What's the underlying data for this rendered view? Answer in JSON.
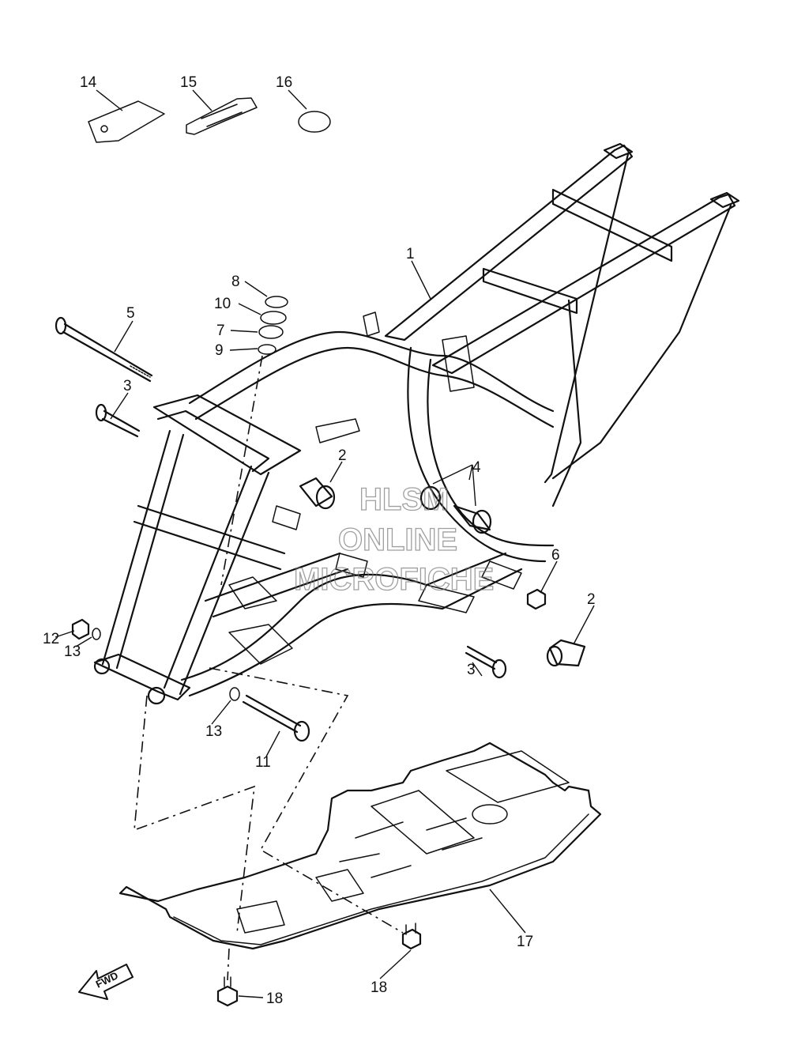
{
  "callouts": [
    {
      "id": "c14",
      "text": "14"
    },
    {
      "id": "c15",
      "text": "15"
    },
    {
      "id": "c16",
      "text": "16"
    },
    {
      "id": "c1",
      "text": "1"
    },
    {
      "id": "c8",
      "text": "8"
    },
    {
      "id": "c10",
      "text": "10"
    },
    {
      "id": "c7",
      "text": "7"
    },
    {
      "id": "c9",
      "text": "9"
    },
    {
      "id": "c5",
      "text": "5"
    },
    {
      "id": "c3a",
      "text": "3"
    },
    {
      "id": "c2a",
      "text": "2"
    },
    {
      "id": "c4",
      "text": "4"
    },
    {
      "id": "c6",
      "text": "6"
    },
    {
      "id": "c2b",
      "text": "2"
    },
    {
      "id": "c3b",
      "text": "3"
    },
    {
      "id": "c12",
      "text": "12"
    },
    {
      "id": "c13a",
      "text": "13"
    },
    {
      "id": "c13b",
      "text": "13"
    },
    {
      "id": "c11",
      "text": "11"
    },
    {
      "id": "c17",
      "text": "17"
    },
    {
      "id": "c18a",
      "text": "18"
    },
    {
      "id": "c18b",
      "text": "18"
    }
  ],
  "watermark": [
    "HLSM",
    "ONLINE",
    "MICROFICHE"
  ],
  "direction_arrow": {
    "text": "FWD",
    "icon": "fwd-arrow-icon"
  }
}
